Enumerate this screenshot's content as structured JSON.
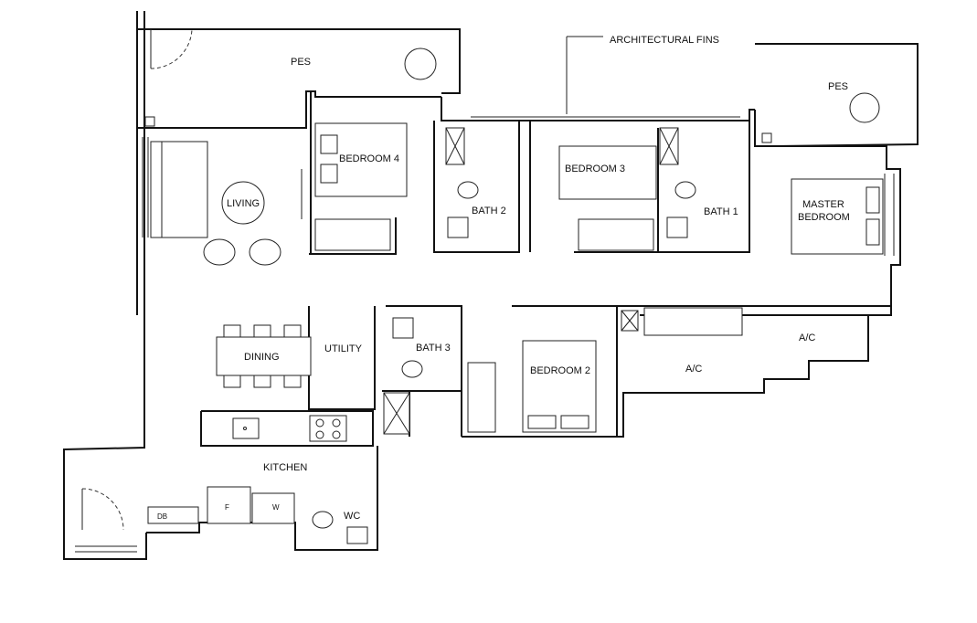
{
  "rooms": {
    "pes_left": "PES",
    "pes_right": "PES",
    "bedroom4": "BEDROOM 4",
    "bedroom3": "BEDROOM 3",
    "bedroom2": "BEDROOM 2",
    "master_line1": "MASTER",
    "master_line2": "BEDROOM",
    "living": "LIVING",
    "dining": "DINING",
    "utility": "UTILITY",
    "bath1": "BATH 1",
    "bath2": "BATH 2",
    "bath3": "BATH 3",
    "ac_upper": "A/C",
    "ac_lower": "A/C",
    "kitchen": "KITCHEN",
    "wc": "WC"
  },
  "annotations": {
    "fins": "ARCHITECTURAL FINS"
  },
  "fixtures": {
    "db": "DB",
    "fridge": "F",
    "washer": "W"
  }
}
